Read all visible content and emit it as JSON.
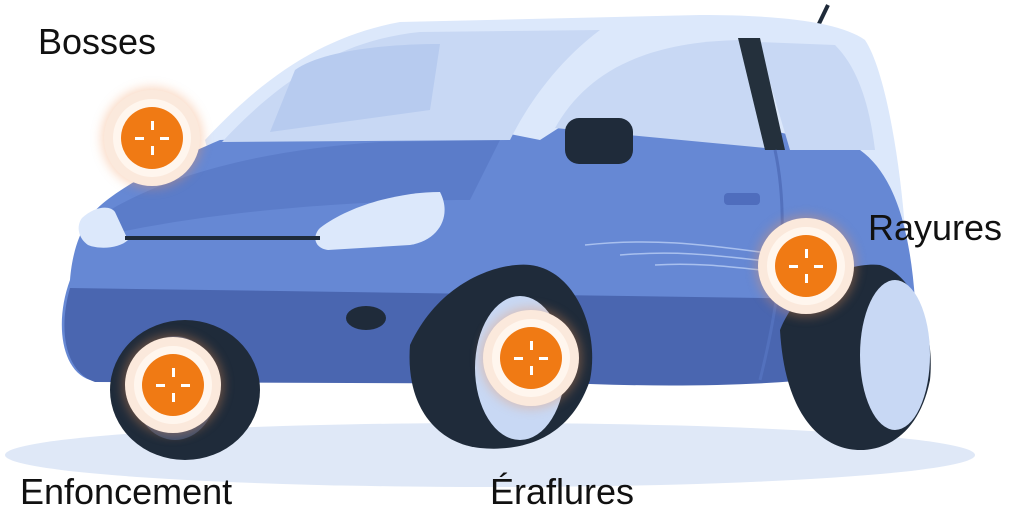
{
  "labels": {
    "bosses": "Bosses",
    "rayures": "Rayures",
    "enfoncement": "Enfoncement",
    "eraflures": "Éraflures"
  },
  "colors": {
    "car_body": "#6688d4",
    "car_lower": "#4a66b0",
    "windows": "#c8d8f4",
    "tires": "#1f2b3a",
    "marker": "#f07a14",
    "marker_halo": "#fbe9dc"
  },
  "icons": [
    "crosshair-icon"
  ]
}
